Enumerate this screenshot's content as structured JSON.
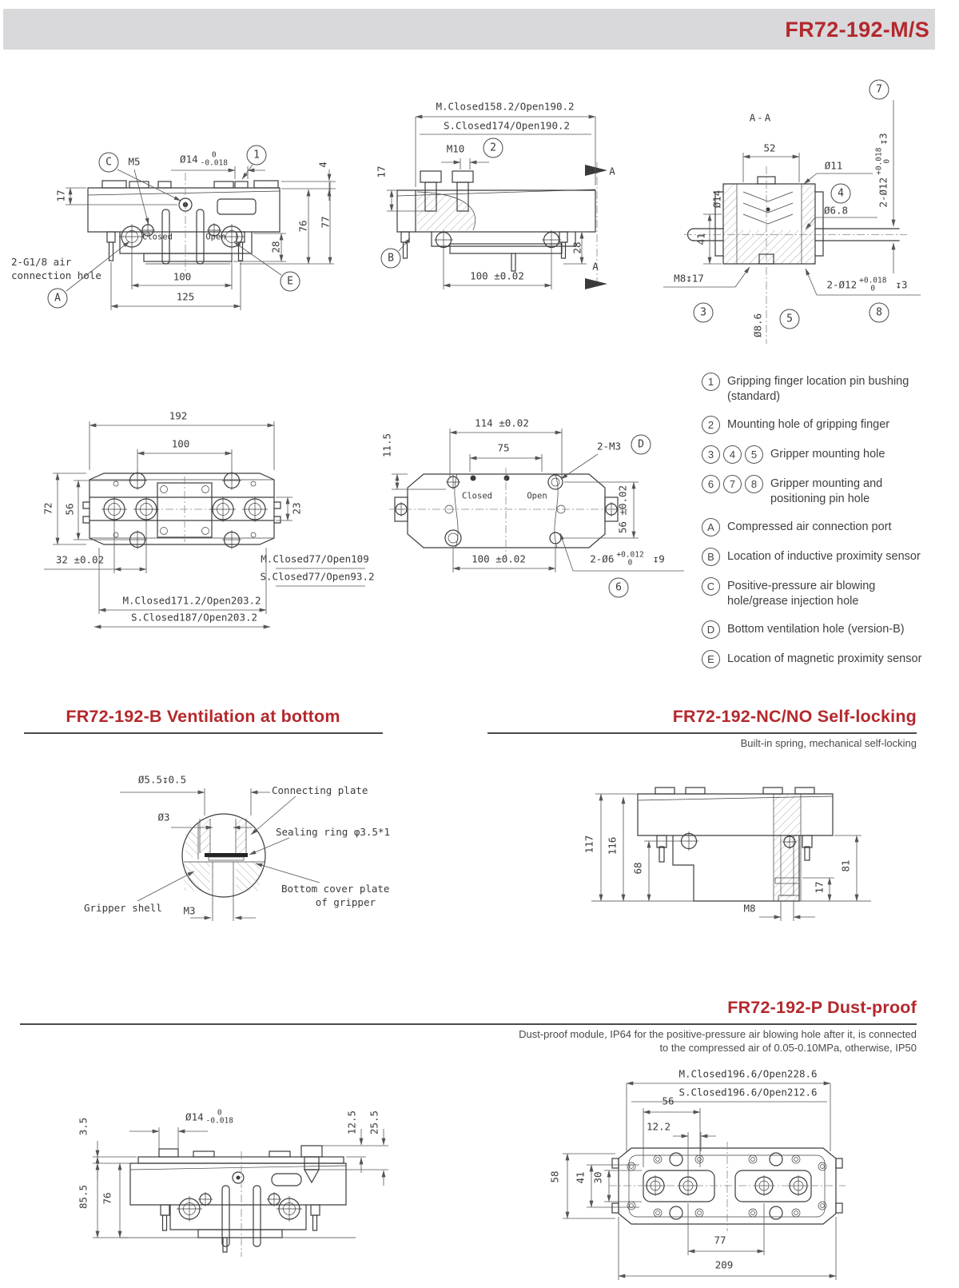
{
  "header": {
    "title": "FR72-192-M/S"
  },
  "front": {
    "dim_17": "17",
    "callout_c": "C",
    "m5": "M5",
    "dia14": "Ø14",
    "dia14_tol_top": "0",
    "dia14_tol_bot": "-0.018",
    "callout_1": "1",
    "dim_4": "4",
    "dim_76": "76",
    "dim_77": "77",
    "dim_28": "28",
    "closed": "Closed",
    "open": "Open",
    "air_note_1": "2-G1/8 air",
    "air_note_2": "connection hole",
    "callout_a": "A",
    "dim_100": "100",
    "dim_125": "125",
    "callout_e": "E"
  },
  "side": {
    "m_dim": "M.Closed158.2/Open190.2",
    "s_dim": "S.Closed174/Open190.2",
    "m10": "M10",
    "callout_2": "2",
    "dim_17": "17",
    "callout_b": "B",
    "dim_28": "28",
    "dim_100": "100 ±0.02",
    "sec_label": "A"
  },
  "section_aa": {
    "title": "A-A",
    "callout_7": "7",
    "rot_main": "2-Ø12",
    "rot_tol_top": "+0.018",
    "rot_tol_bot": "0",
    "rot_depth": "↧3",
    "dim_52": "52",
    "dia11": "Ø11",
    "callout_4": "4",
    "dia6_8": "Ø6.8",
    "dia14": "Ø14",
    "dim_41": "41",
    "m8_depth": "M8↧17",
    "callout_3": "3",
    "dia8_6": "Ø8.6",
    "callout_5": "5",
    "bot_main": "2-Ø12",
    "bot_tol_top": "+0.018",
    "bot_tol_bot": "0",
    "bot_depth": "↧3",
    "callout_8": "8"
  },
  "top_view": {
    "dim_192": "192",
    "dim_100": "100",
    "dim_72": "72",
    "dim_56": "56",
    "dim_23": "23",
    "dim_32": "32 ±0.02",
    "m_row1": "M.Closed77/Open109",
    "s_row1": "S.Closed77/Open93.2",
    "m_row2": "M.Closed171.2/Open203.2",
    "s_row2": "S.Closed187/Open203.2"
  },
  "bottom_view": {
    "dim_114": "114 ±0.02",
    "dim_75": "75",
    "dim_11_5": "11.5",
    "m3": "2-M3",
    "callout_d": "D",
    "closed": "Closed",
    "open": "Open",
    "dim_56": "56 ±0.02",
    "dim_100": "100 ±0.02",
    "d6_main": "2-Ø6",
    "d6_tol_top": "+0.012",
    "d6_tol_bot": "0",
    "d6_depth": "↧9",
    "callout_6": "6"
  },
  "legend": {
    "items": [
      {
        "marks": [
          "1"
        ],
        "text": "Gripping finger location pin bushing (standard)"
      },
      {
        "marks": [
          "2"
        ],
        "text": "Mounting hole of gripping finger"
      },
      {
        "marks": [
          "3",
          "4",
          "5"
        ],
        "text": "Gripper mounting hole"
      },
      {
        "marks": [
          "6",
          "7",
          "8"
        ],
        "text": "Gripper mounting and positioning pin hole"
      },
      {
        "marks": [
          "A"
        ],
        "text": "Compressed air connection port"
      },
      {
        "marks": [
          "B"
        ],
        "text": "Location of inductive proximity sensor"
      },
      {
        "marks": [
          "C"
        ],
        "text": "Positive-pressure air blowing hole/grease injection hole"
      },
      {
        "marks": [
          "D"
        ],
        "text": "Bottom ventilation hole (version-B)"
      },
      {
        "marks": [
          "E"
        ],
        "text": "Location of magnetic proximity sensor"
      }
    ]
  },
  "section_b": {
    "title": "FR72-192-B Ventilation at bottom"
  },
  "section_nc": {
    "title": "FR72-192-NC/NO Self-locking",
    "subtitle": "Built-in spring, mechanical self-locking"
  },
  "section_p": {
    "title": "FR72-192-P Dust-proof",
    "desc_line1": "Dust-proof module, IP64 for the positive-pressure air blowing hole after it, is connected",
    "desc_line2": "to the compressed air of 0.05-0.10MPa, otherwise, IP50"
  },
  "vent": {
    "dia55": "Ø5.5↧0.5",
    "dia3": "Ø3",
    "connecting_plate": "Connecting plate",
    "sealing_ring": "Sealing ring φ3.5*1",
    "gripper_shell": "Gripper shell",
    "m3": "M3",
    "cover_line1": "Bottom cover plate",
    "cover_line2": "of gripper"
  },
  "selflock": {
    "dim_117": "117",
    "dim_116": "116",
    "dim_68": "68",
    "dim_81": "81",
    "dim_17": "17",
    "m8": "M8"
  },
  "dust_side": {
    "dim_3_5": "3.5",
    "dia14": "Ø14",
    "dia14_tol_top": "0",
    "dia14_tol_bot": "-0.018",
    "dim_12_5": "12.5",
    "dim_25_5": "25.5",
    "dim_85_5": "85.5",
    "dim_76": "76"
  },
  "dust_top": {
    "m_dim": "M.Closed196.6/Open228.6",
    "s_dim": "S.Closed196.6/Open212.6",
    "dim_56": "56",
    "dim_12_2": "12.2",
    "dim_58": "58",
    "dim_41": "41",
    "dim_30": "30",
    "dim_77": "77",
    "dim_209": "209"
  }
}
